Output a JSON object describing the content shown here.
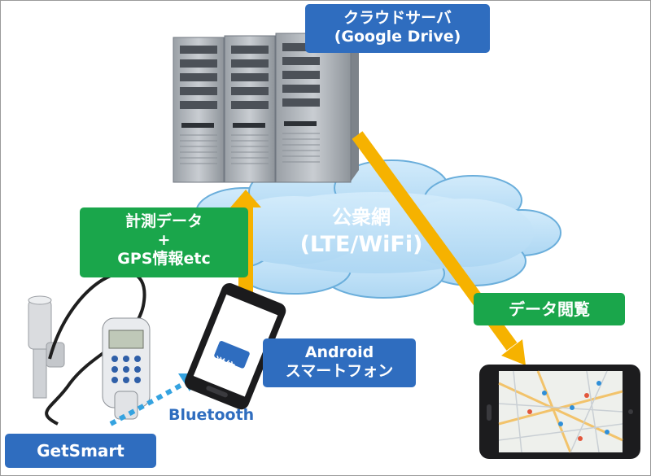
{
  "cloud_server": {
    "line1": "クラウドサーバ",
    "line2": "(Google Drive)"
  },
  "network": {
    "line1": "公衆網",
    "line2": "(LTE/WiFi)"
  },
  "measurement": {
    "line1": "計測データ",
    "line2": "+",
    "line3": "GPS情報etc"
  },
  "data_view": {
    "label": "データ閲覧"
  },
  "android": {
    "line1": "Android",
    "line2": "スマートフォン",
    "send_button": "送信"
  },
  "bluetooth": {
    "label": "Bluetooth"
  },
  "device": {
    "label": "GetSmart"
  },
  "colors": {
    "label_blue": "#2f6dbf",
    "label_green": "#1aa64b",
    "arrow_orange": "#f6b200",
    "bluetooth_arrow": "#35a3e0",
    "cloud": "#b7ddf5"
  }
}
